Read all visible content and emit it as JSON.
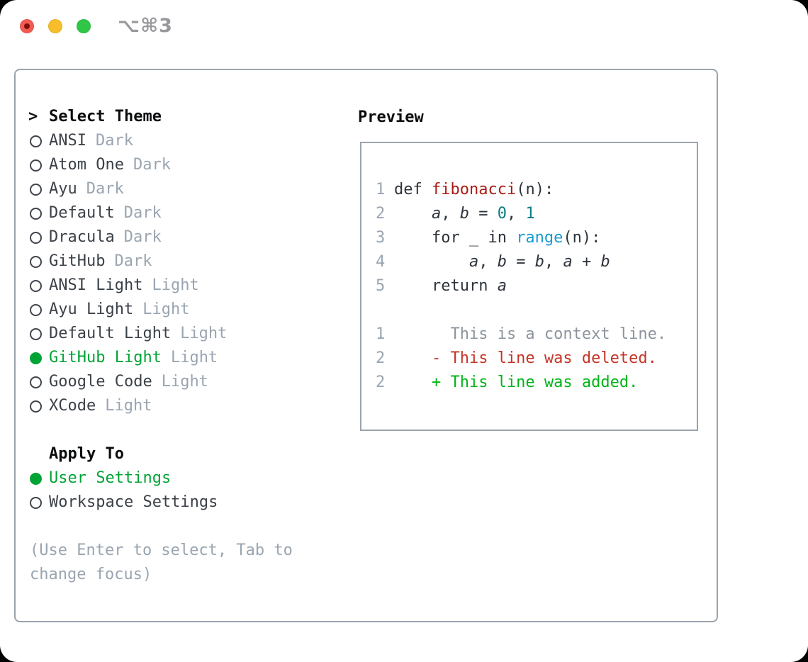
{
  "window": {
    "title": "⌥⌘3",
    "traffic_lights": {
      "close": "#f35a52",
      "minimize": "#f8bd2b",
      "zoom": "#30c749"
    }
  },
  "theme_panel": {
    "cursor": ">",
    "header": "Select Theme",
    "items": [
      {
        "name": "ANSI",
        "variant": "Dark",
        "selected": false
      },
      {
        "name": "Atom One",
        "variant": "Dark",
        "selected": false
      },
      {
        "name": "Ayu",
        "variant": "Dark",
        "selected": false
      },
      {
        "name": "Default",
        "variant": "Dark",
        "selected": false
      },
      {
        "name": "Dracula",
        "variant": "Dark",
        "selected": false
      },
      {
        "name": "GitHub",
        "variant": "Dark",
        "selected": false
      },
      {
        "name": "ANSI Light",
        "variant": "Light",
        "selected": false
      },
      {
        "name": "Ayu Light",
        "variant": "Light",
        "selected": false
      },
      {
        "name": "Default Light",
        "variant": "Light",
        "selected": false
      },
      {
        "name": "GitHub Light",
        "variant": "Light",
        "selected": true
      },
      {
        "name": "Google Code",
        "variant": "Light",
        "selected": false
      },
      {
        "name": "XCode",
        "variant": "Light",
        "selected": false
      }
    ],
    "apply_to": {
      "header": "Apply To",
      "options": [
        {
          "label": "User Settings",
          "selected": true
        },
        {
          "label": "Workspace Settings",
          "selected": false
        }
      ]
    },
    "hint_line_1": "(Use Enter to select, Tab to",
    "hint_line_2": "change focus)"
  },
  "preview": {
    "header": "Preview",
    "code_lines": [
      {
        "num": "1",
        "tokens": [
          {
            "t": "def ",
            "c": "fg"
          },
          {
            "t": "fibonacci",
            "c": "func"
          },
          {
            "t": "(n):",
            "c": "fg"
          }
        ]
      },
      {
        "num": "2",
        "tokens": [
          {
            "t": "    ",
            "c": "fg"
          },
          {
            "t": "a",
            "c": "var"
          },
          {
            "t": ", ",
            "c": "fg"
          },
          {
            "t": "b",
            "c": "var"
          },
          {
            "t": " = ",
            "c": "fg"
          },
          {
            "t": "0",
            "c": "num"
          },
          {
            "t": ", ",
            "c": "fg"
          },
          {
            "t": "1",
            "c": "num"
          }
        ]
      },
      {
        "num": "3",
        "tokens": [
          {
            "t": "    for _ in ",
            "c": "fg"
          },
          {
            "t": "range",
            "c": "builtin"
          },
          {
            "t": "(n):",
            "c": "fg"
          }
        ]
      },
      {
        "num": "4",
        "tokens": [
          {
            "t": "        ",
            "c": "fg"
          },
          {
            "t": "a",
            "c": "var"
          },
          {
            "t": ", ",
            "c": "fg"
          },
          {
            "t": "b",
            "c": "var"
          },
          {
            "t": " = ",
            "c": "fg"
          },
          {
            "t": "b",
            "c": "var"
          },
          {
            "t": ", ",
            "c": "fg"
          },
          {
            "t": "a",
            "c": "var"
          },
          {
            "t": " + ",
            "c": "fg"
          },
          {
            "t": "b",
            "c": "var"
          }
        ]
      },
      {
        "num": "5",
        "tokens": [
          {
            "t": "    return ",
            "c": "fg"
          },
          {
            "t": "a",
            "c": "var"
          }
        ]
      }
    ],
    "diff_lines": [
      {
        "num": "1",
        "kind": "context",
        "text": "      This is a context line."
      },
      {
        "num": "2",
        "kind": "deleted",
        "text": "    - This line was deleted."
      },
      {
        "num": "2",
        "kind": "added",
        "text": "    + This line was added."
      }
    ]
  },
  "colors": {
    "selection_green": "#00a336",
    "function_red": "#aa1c16",
    "number_teal": "#0d7d80",
    "builtin_blue": "#199ad3",
    "diff_deleted_red": "#c53528",
    "diff_added_green": "#00b418",
    "muted_gray": "#9aa5b1",
    "border_gray": "#9ba3ad"
  }
}
